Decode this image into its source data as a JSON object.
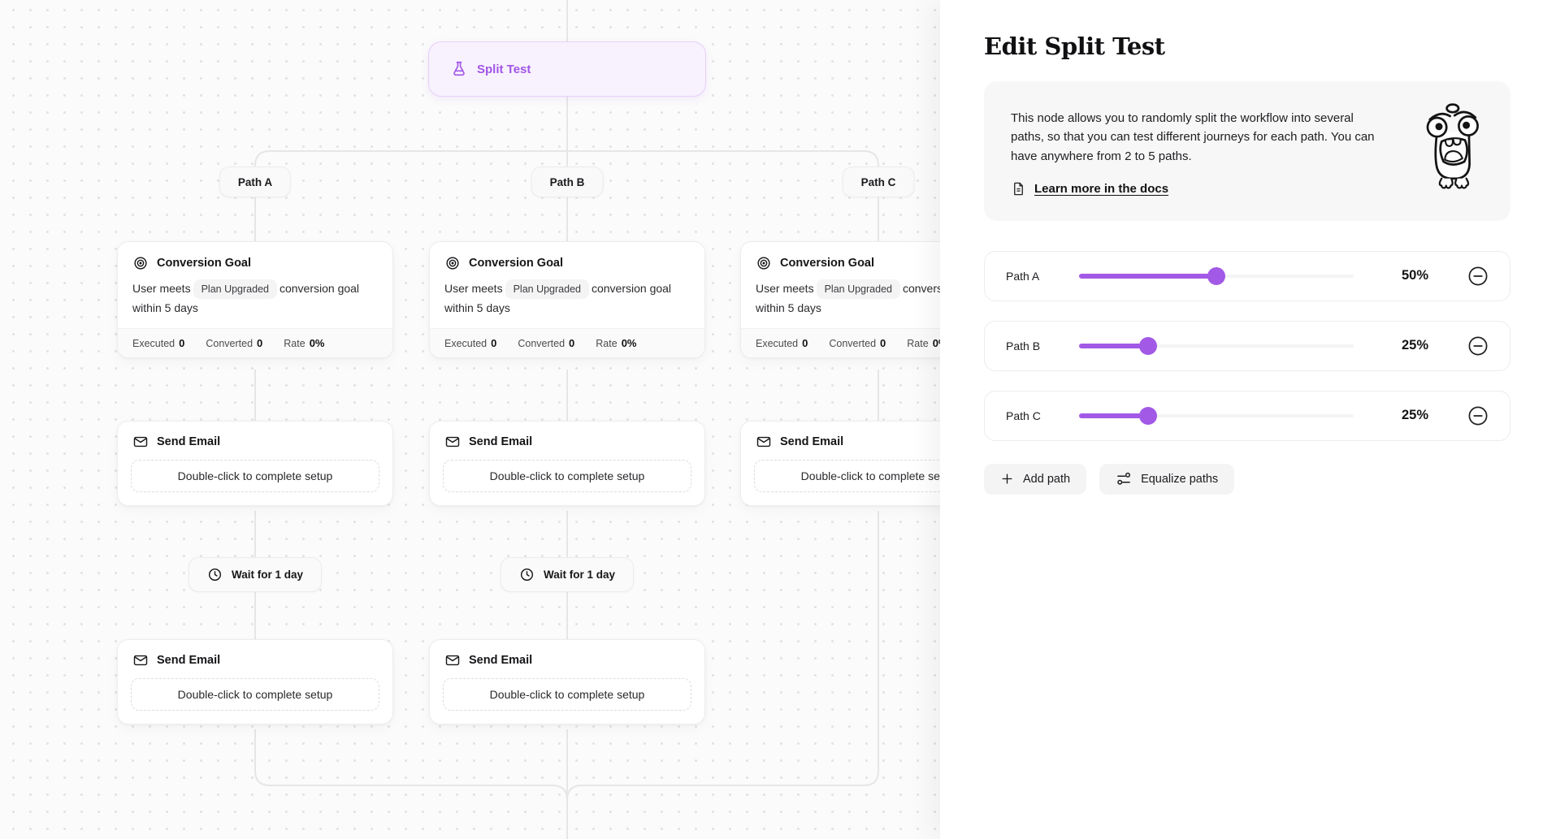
{
  "canvas": {
    "split_test_node": {
      "label": "Split Test"
    },
    "path_labels": [
      {
        "label": "Path A"
      },
      {
        "label": "Path B"
      },
      {
        "label": "Path C"
      }
    ],
    "conversion_goal": {
      "title": "Conversion Goal",
      "body_prefix": "User meets",
      "tag": "Plan Upgraded",
      "body_suffix": "conversion goal within 5 days",
      "stats": [
        {
          "label": "Executed",
          "value": "0"
        },
        {
          "label": "Converted",
          "value": "0"
        },
        {
          "label": "Rate",
          "value": "0%"
        }
      ]
    },
    "send_email": {
      "title": "Send Email",
      "placeholder": "Double-click to complete setup"
    },
    "wait_node": {
      "label": "Wait for 1 day"
    }
  },
  "panel": {
    "title": "Edit Split Test",
    "description": "This node allows you to randomly split the workflow into several paths, so that you can test different journeys for each path. You can have anywhere from 2 to 5 paths.",
    "docs_link": "Learn more in the docs",
    "paths": [
      {
        "label": "Path A",
        "percent": "50%",
        "value": 50
      },
      {
        "label": "Path B",
        "percent": "25%",
        "value": 25
      },
      {
        "label": "Path C",
        "percent": "25%",
        "value": 25
      }
    ],
    "add_path_label": "Add path",
    "equalize_label": "Equalize paths"
  },
  "colors": {
    "accent_purple": "#a259e6",
    "split_node_bg": "#f8f1fe",
    "split_node_border": "#e6d0fa",
    "connector_line": "#e6e6e6",
    "info_box_bg": "#f7f7f7"
  }
}
